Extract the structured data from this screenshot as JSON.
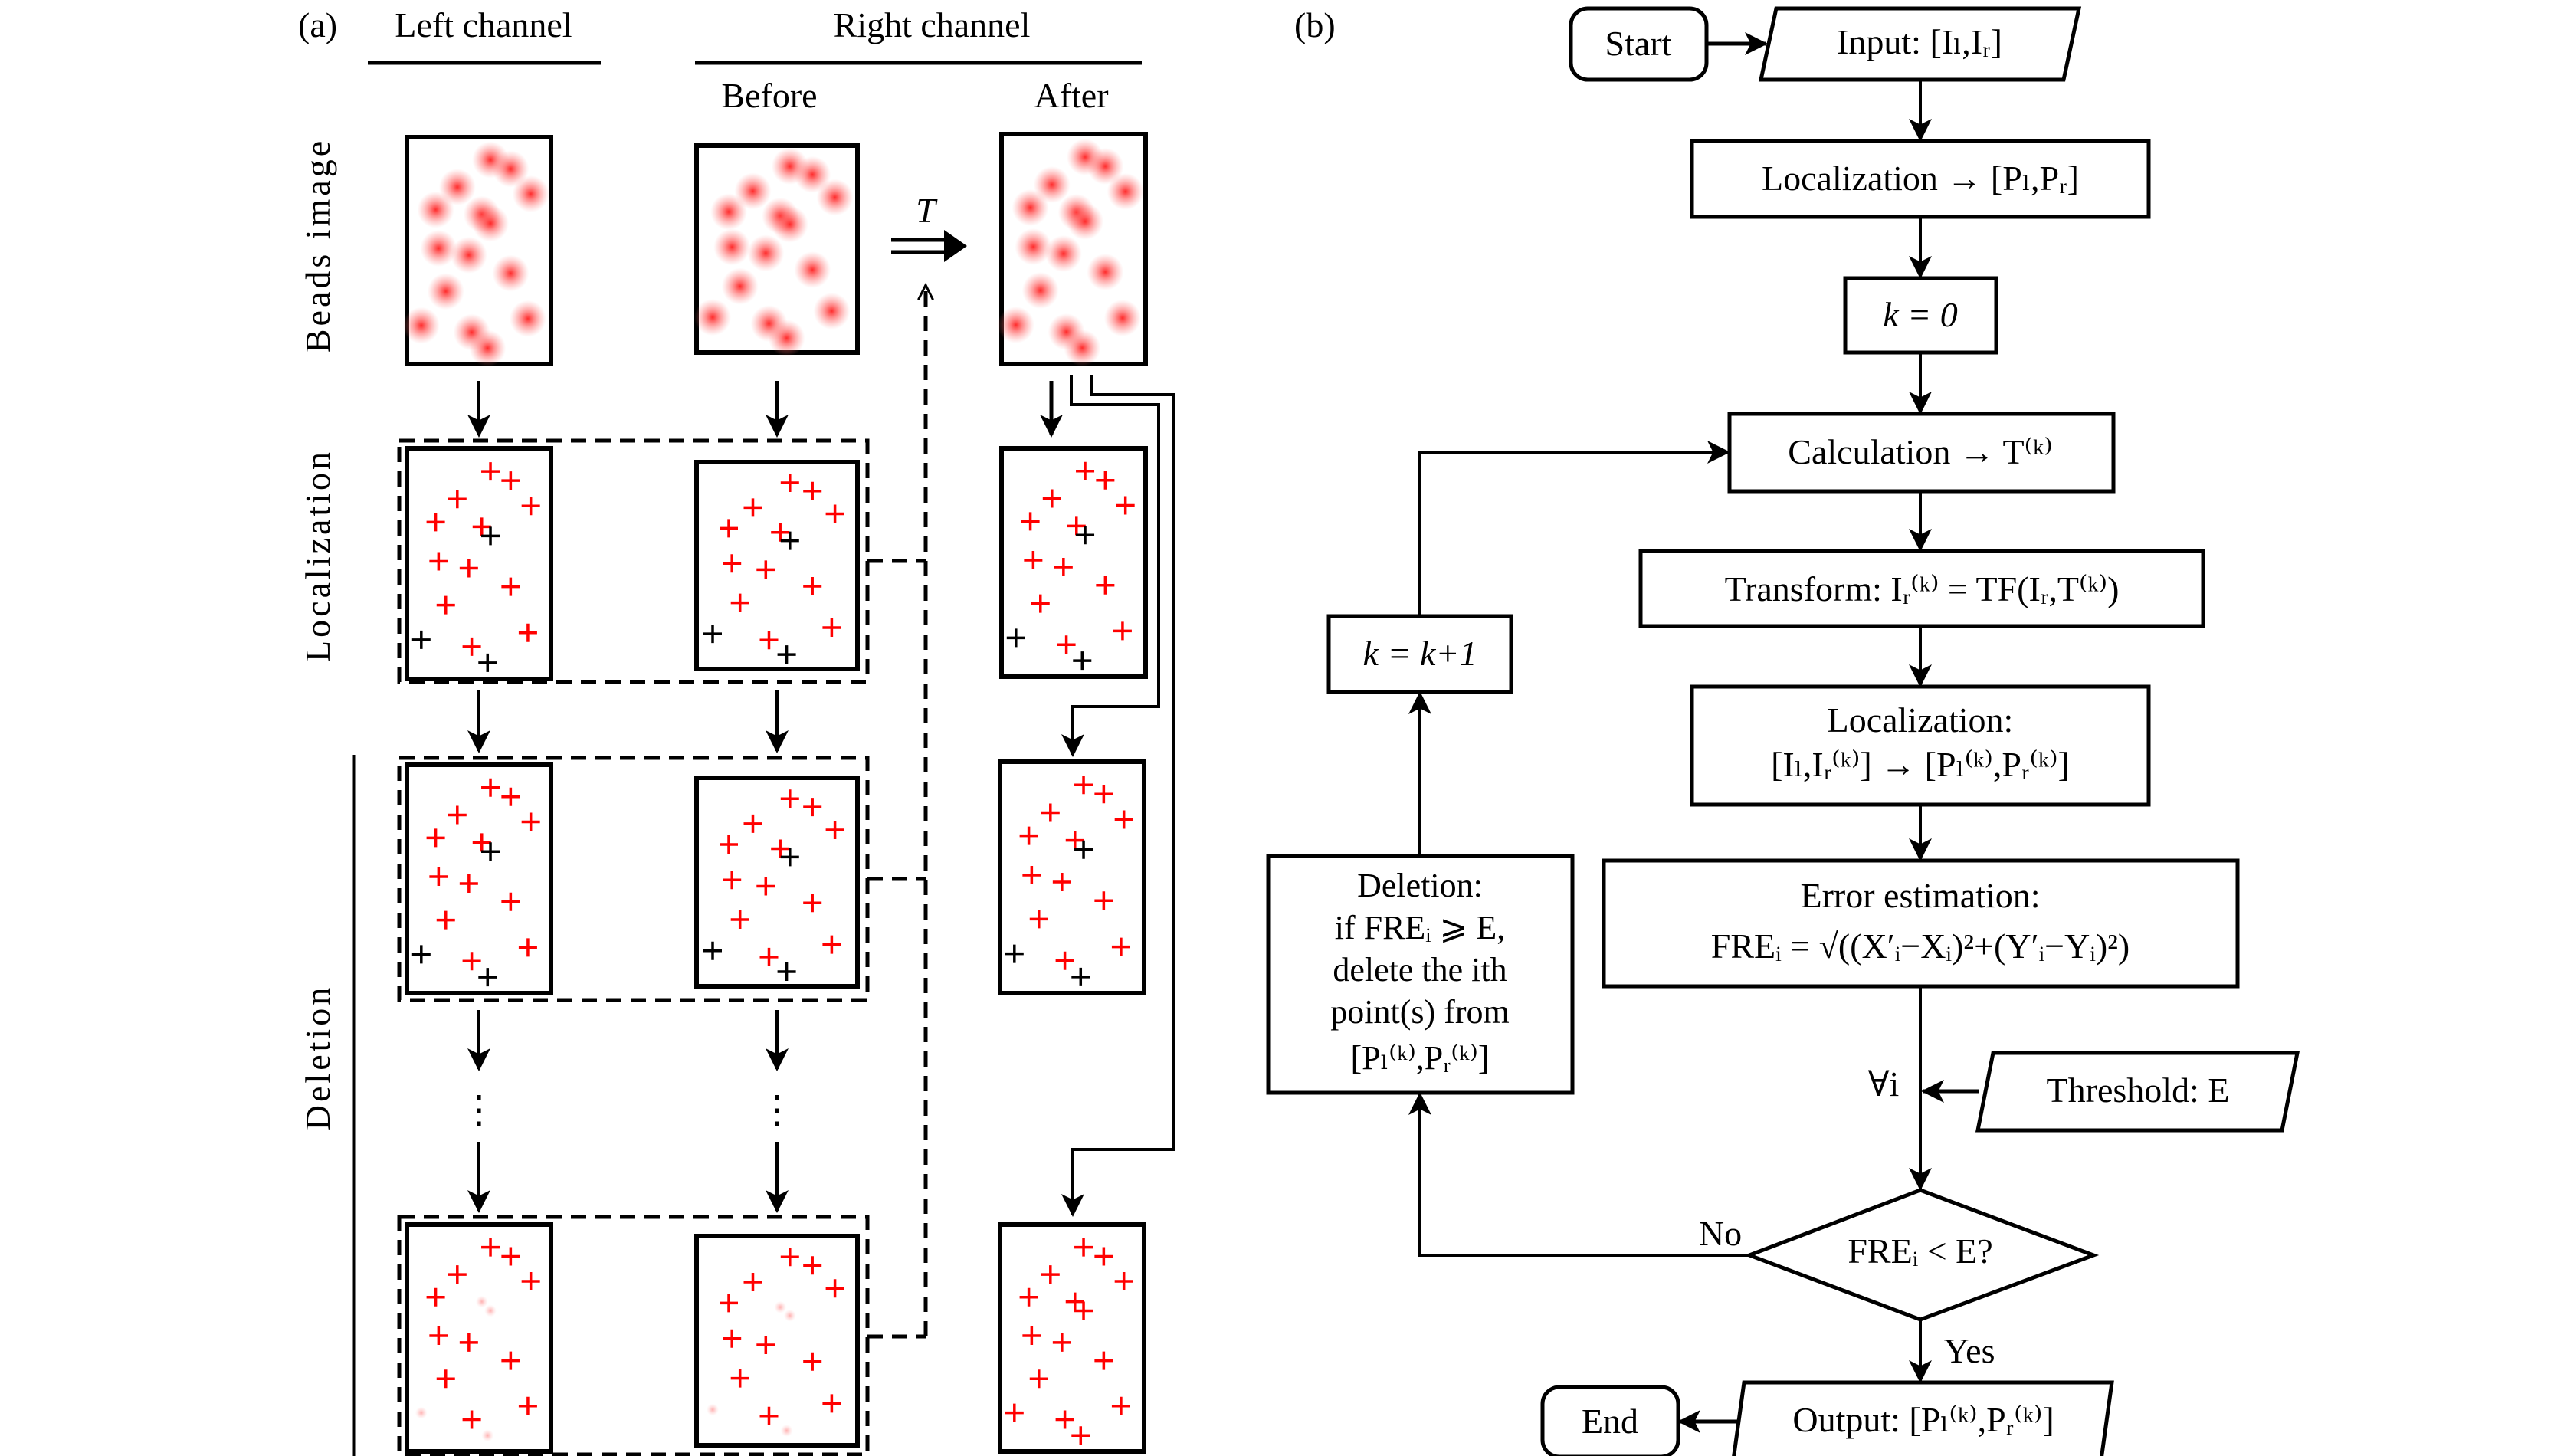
{
  "panel_a": {
    "label": "(a)",
    "columns": {
      "left": "Left channel",
      "right": "Right channel",
      "before": "Before",
      "after": "After"
    },
    "rows": {
      "beads": "Beads image",
      "localization": "Localization",
      "deletion": "Deletion"
    },
    "transform_symbol": "T",
    "ellipsis": "⋮",
    "bead_color": "#ff2020",
    "marker_color_kept": "#ff0000",
    "marker_color_deleted": "#000000"
  },
  "panel_b": {
    "label": "(b)",
    "nodes": {
      "start": "Start",
      "input": "Input: [Iₗ,Iᵣ]",
      "localization": "Localization → [Pₗ,Pᵣ]",
      "k_init": "k = 0",
      "calculation": "Calculation → T⁽ᵏ⁾",
      "transform": "Transform: Iᵣ⁽ᵏ⁾ = TF(Iᵣ,T⁽ᵏ⁾)",
      "localization2_line1": "Localization:",
      "localization2_line2": "[Iₗ,Iᵣ⁽ᵏ⁾] → [Pₗ⁽ᵏ⁾,Pᵣ⁽ᵏ⁾]",
      "error_line1": "Error estimation:",
      "error_line2": "FREᵢ = √((X′ᵢ−Xᵢ)²+(Y′ᵢ−Yᵢ)²)",
      "threshold": "Threshold: E",
      "forall": "∀i",
      "decision": "FREᵢ < E?",
      "no_label": "No",
      "yes_label": "Yes",
      "output": "Output: [Pₗ⁽ᵏ⁾,Pᵣ⁽ᵏ⁾]",
      "end": "End",
      "increment": "k = k+1",
      "deletion_lines": [
        "Deletion:",
        "if FREᵢ ⩾ E,",
        "delete the ith",
        "point(s) from",
        "[Pₗ⁽ᵏ⁾,Pᵣ⁽ᵏ⁾]"
      ]
    }
  }
}
